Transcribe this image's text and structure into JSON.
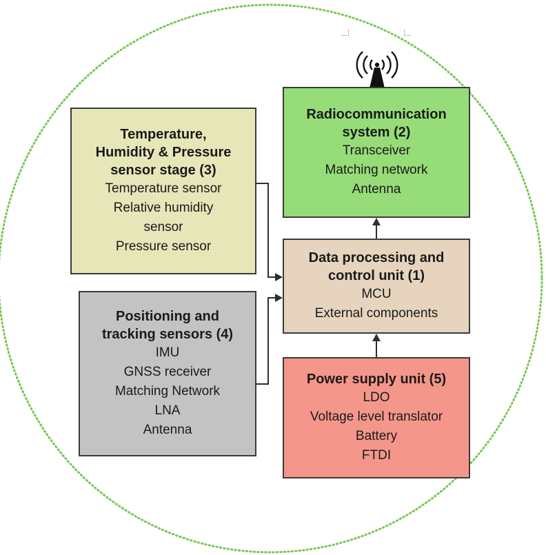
{
  "blocks": {
    "radio": {
      "title_line1": "Radiocommunication",
      "title_line2": "system (2)",
      "items": [
        "Transceiver",
        "Matching network",
        "Antenna"
      ]
    },
    "sensor": {
      "title_line1": "Temperature,",
      "title_line2": "Humidity & Pressure",
      "title_line3": "sensor stage (3)",
      "items": [
        "Temperature sensor",
        "Relative humidity",
        "sensor",
        "Pressure sensor"
      ]
    },
    "data": {
      "title_line1": "Data processing and",
      "title_line2": "control unit (1)",
      "items": [
        "MCU",
        "External components"
      ]
    },
    "positioning": {
      "title_line1": "Positioning and",
      "title_line2": "tracking sensors (4)",
      "items": [
        "IMU",
        "GNSS receiver",
        "Matching Network",
        "LNA",
        "Antenna"
      ]
    },
    "power": {
      "title_line1": "Power supply unit (5)",
      "items": [
        "LDO",
        "Voltage level translator",
        "Battery",
        "FTDI"
      ]
    }
  },
  "colors": {
    "radio": "#96dc78",
    "sensor": "#e6e6b9",
    "data": "#e6d4be",
    "positioning": "#c3c3c3",
    "power": "#f5968a",
    "boundary": "#78c850"
  },
  "icons": {
    "antenna": "wireless-antenna-icon"
  }
}
